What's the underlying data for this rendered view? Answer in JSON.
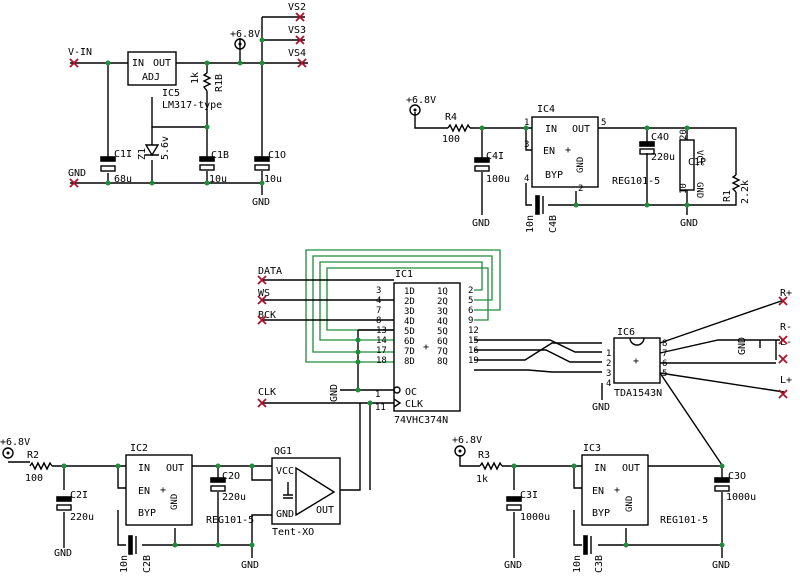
{
  "net_labels": {
    "vs2": "VS2",
    "vs3": "VS3",
    "vs4": "VS4",
    "v_in": "V-IN",
    "gnd": "GND",
    "data": "DATA",
    "ws": "WS",
    "bck": "BCK",
    "clk": "CLK",
    "r_plus": "R+",
    "r_minus": "R-",
    "l_plus": "L+",
    "l_minus": "L-"
  },
  "supplies": {
    "p68": "+6.8V"
  },
  "parts": {
    "ic5": {
      "ref": "IC5",
      "value": "LM317-type",
      "in": "IN",
      "out": "OUT",
      "adj": "ADJ"
    },
    "r1b": {
      "ref": "R1B",
      "value": "1k"
    },
    "z1": {
      "ref": "Z1",
      "value": "5.6v"
    },
    "c1i": {
      "ref": "C1I",
      "value": "68u"
    },
    "c1b": {
      "ref": "C1B",
      "value": "10u"
    },
    "c1o": {
      "ref": "C1O",
      "value": "10u"
    },
    "ic4": {
      "ref": "IC4",
      "value": "REG101-5",
      "in": "IN",
      "out": "OUT",
      "en": "EN",
      "byp": "BYP",
      "gnd": "GND"
    },
    "r4": {
      "ref": "R4",
      "value": "100"
    },
    "c4i": {
      "ref": "C4I",
      "value": "100u"
    },
    "c4o": {
      "ref": "C4O",
      "value": "220u"
    },
    "c4b": {
      "ref": "C4B",
      "value": "10n"
    },
    "c1p": {
      "ref": "C1P",
      "vcc": "VCC",
      "gnd": "GND"
    },
    "r1": {
      "ref": "R1",
      "value": "2.2k"
    },
    "ic1": {
      "ref": "IC1",
      "value": "74VHC374N",
      "oc": "OC",
      "clk": "CLK",
      "left": [
        "1D",
        "2D",
        "3D",
        "4D",
        "5D",
        "6D",
        "7D",
        "8D"
      ],
      "right": [
        "1Q",
        "2Q",
        "3Q",
        "4Q",
        "5Q",
        "6Q",
        "7Q",
        "8Q"
      ],
      "left_pins": [
        "3",
        "4",
        "7",
        "8",
        "13",
        "14",
        "17",
        "18"
      ],
      "right_pins": [
        "2",
        "5",
        "6",
        "9",
        "12",
        "15",
        "16",
        "19"
      ]
    },
    "ic6": {
      "ref": "IC6",
      "value": "TDA1543N"
    },
    "ic2": {
      "ref": "IC2",
      "value": "REG101-5",
      "in": "IN",
      "out": "OUT",
      "en": "EN",
      "byp": "BYP",
      "gnd": "GND"
    },
    "r2": {
      "ref": "R2",
      "value": "100"
    },
    "c2i": {
      "ref": "C2I",
      "value": "220u"
    },
    "c2o": {
      "ref": "C2O",
      "value": "220u"
    },
    "c2b": {
      "ref": "C2B",
      "value": "10n"
    },
    "qg1": {
      "ref": "QG1",
      "value": "Tent-XO",
      "vcc": "VCC",
      "gnd": "GND",
      "out": "OUT"
    },
    "ic3": {
      "ref": "IC3",
      "value": "REG101-5",
      "in": "IN",
      "out": "OUT",
      "en": "EN",
      "byp": "BYP",
      "gnd": "GND"
    },
    "r3": {
      "ref": "R3",
      "value": "1k"
    },
    "c3i": {
      "ref": "C3I",
      "value": "1000u"
    },
    "c3o": {
      "ref": "C3O",
      "value": "1000u"
    },
    "c3b": {
      "ref": "C3B",
      "value": "10n"
    }
  },
  "pin_numbers": {
    "one": "1",
    "two": "2",
    "three": "3",
    "four": "4",
    "five": "5",
    "six": "6",
    "seven": "7",
    "eight": "8",
    "ten": "10",
    "eleven": "11",
    "twenty": "20"
  }
}
